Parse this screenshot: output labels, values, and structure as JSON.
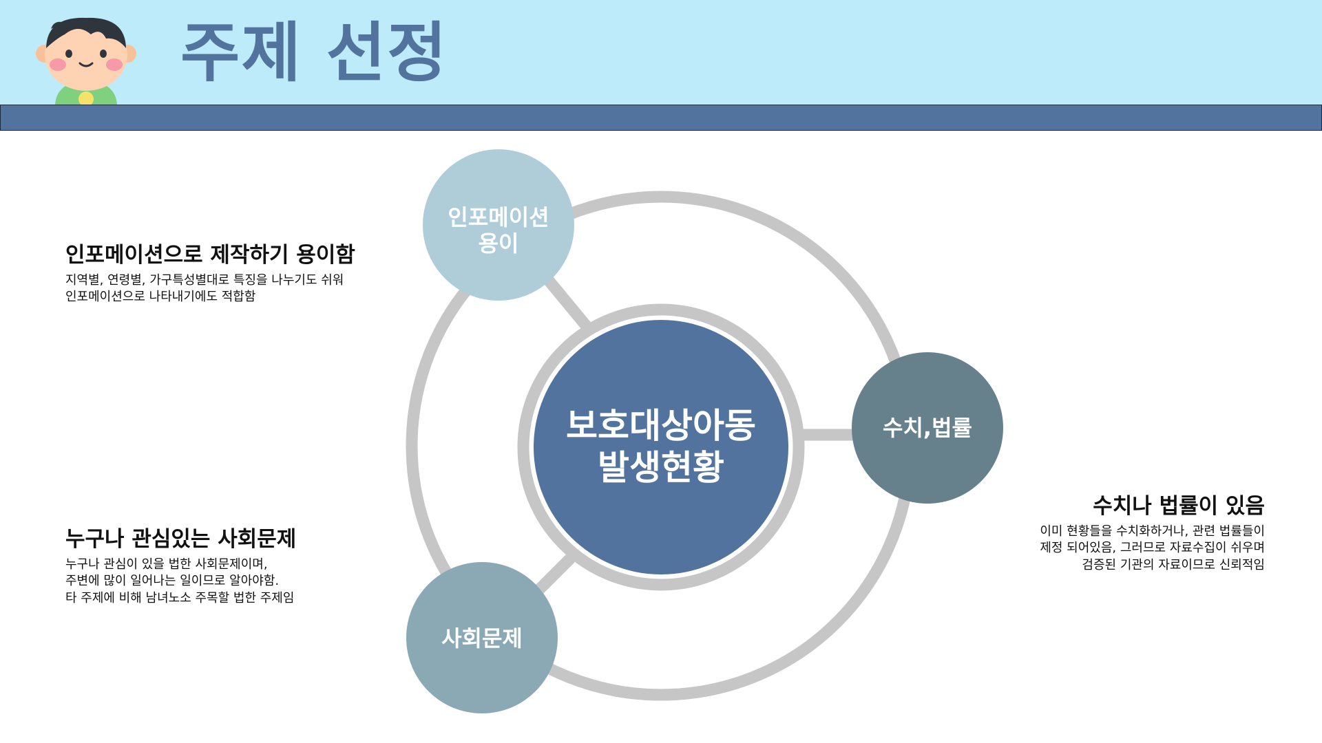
{
  "header": {
    "title": "주제 선정"
  },
  "diagram": {
    "center": {
      "line1": "보호대상아동",
      "line2": "발생현황"
    },
    "nodes": {
      "top": {
        "line1": "인포메이션",
        "line2": "용이"
      },
      "right": {
        "label": "수치,법률"
      },
      "bottom": {
        "label": "사회문제"
      }
    }
  },
  "descriptions": {
    "left_top": {
      "title": "인포메이션으로 제작하기 용이함",
      "text": "지역별, 연령별, 가구특성별대로 특징을 나누기도 쉬워\n인포메이션으로 나타내기에도 적합함"
    },
    "left_bottom": {
      "title": "누구나 관심있는 사회문제",
      "text": "누구나 관심이 있을 법한 사회문제이며,\n주변에 많이 일어나는 일이므로 알아야함.\n타 주제에 비해 남녀노소 주목할 법한 주제임"
    },
    "right": {
      "title": "수치나 법률이 있음",
      "text": "이미 현황들을 수치화하거나, 관련 법률들이\n제정 되어있음, 그러므로 자료수집이 쉬우며\n검증된 기관의 자료이므로 신뢰적임"
    }
  },
  "colors": {
    "header_background": "#bdebf9",
    "header_bar": "#52739d",
    "title_text": "#52739d",
    "ring": "#c6c6c6",
    "center_node": "#52739d",
    "top_node": "#afcdd8",
    "right_node": "#66808c",
    "bottom_node": "#8ba9b5"
  },
  "icons": {
    "mascot": "boy-face-icon"
  }
}
